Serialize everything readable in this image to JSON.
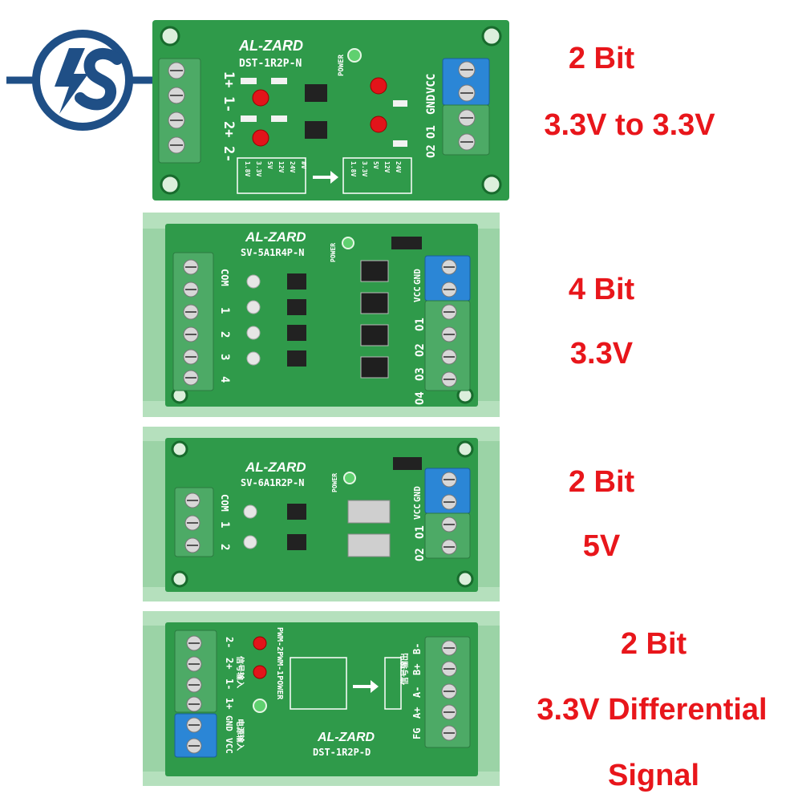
{
  "colors": {
    "caption": "#e8161b",
    "pcb_green": "#2f9a4a",
    "rail_green": "#9bd3a6",
    "terminal_green": "#4daa66",
    "terminal_blue": "#2b86d6",
    "logo_blue": "#1f4f86"
  },
  "logo": {
    "icon": "lightning-s-logo-icon"
  },
  "boards": [
    {
      "brand": "AL-ZARD",
      "model": "DST-1R2P-N",
      "power": "POWER",
      "input_labels": [
        "1+",
        "1-",
        "2+",
        "2-"
      ],
      "output_labels": [
        "VCC",
        "GND",
        "O1",
        "O2"
      ],
      "voltage_options": [
        "1.8V",
        "3.3V",
        "5V",
        "12V",
        "24V",
        "#V"
      ],
      "caption": [
        "2 Bit",
        "3.3V to 3.3V"
      ]
    },
    {
      "brand": "AL-ZARD",
      "model": "SV-5A1R4P-N",
      "power": "POWER",
      "input_labels": [
        "COM",
        "1",
        "2",
        "3",
        "4"
      ],
      "output_labels": [
        "GND",
        "VCC",
        "O1",
        "O2",
        "O3",
        "O4"
      ],
      "caption": [
        "4 Bit",
        "3.3V"
      ]
    },
    {
      "brand": "AL-ZARD",
      "model": "SV-6A1R2P-N",
      "power": "POWER",
      "input_labels": [
        "COM",
        "1",
        "2"
      ],
      "output_labels": [
        "GND",
        "VCC",
        "O1",
        "O2"
      ],
      "caption": [
        "2 Bit",
        "5V"
      ]
    },
    {
      "brand": "AL-ZARD",
      "model": "DST-1R2P-D",
      "power_label": "PWM-2PWM-1POWER",
      "input_labels": [
        "2-",
        "2+",
        "1-",
        "1+",
        "GND",
        "VCC"
      ],
      "output_labels": [
        "B-",
        "B+",
        "A-",
        "A+",
        "FG"
      ],
      "input_cn": "信号输入",
      "output_cn": "信号输出",
      "power_cn": "电源输入",
      "caption": [
        "2 Bit",
        "3.3V Differential",
        "Signal"
      ]
    }
  ]
}
